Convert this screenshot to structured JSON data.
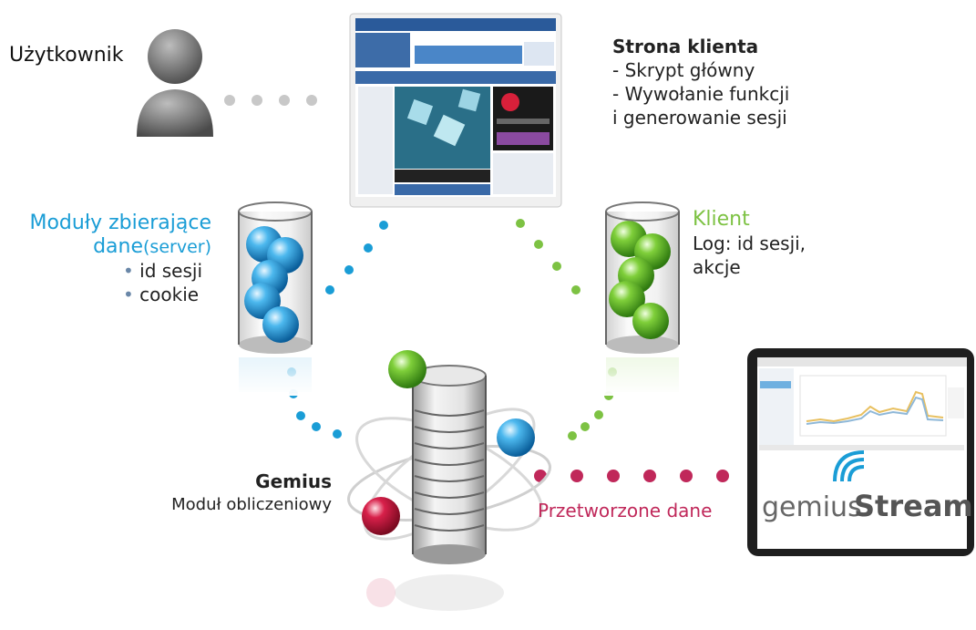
{
  "user": {
    "label": "Użytkownik"
  },
  "client_page": {
    "title": "Strona klienta",
    "lines": [
      "- Skrypt główny",
      "- Wywołanie funkcji",
      "i generowanie sesji"
    ]
  },
  "modules": {
    "title_line1": "Moduły zbierające",
    "title_line2_a": "dane",
    "title_line2_b": "(server)",
    "items": [
      "id sesji",
      "cookie"
    ]
  },
  "client": {
    "title": "Klient",
    "lines": [
      "Log: id sesji,",
      "akcje"
    ]
  },
  "gemius": {
    "title": "Gemius",
    "subtitle": "Moduł obliczeniowy"
  },
  "processed": {
    "label": "Przetworzone dane"
  },
  "stream_logo": {
    "word1": "gemius",
    "word2": "Stream"
  },
  "colors": {
    "blue": "#1a9dd6",
    "green": "#7dc243",
    "crimson": "#c0285a",
    "gray": "#c8c8c8"
  }
}
